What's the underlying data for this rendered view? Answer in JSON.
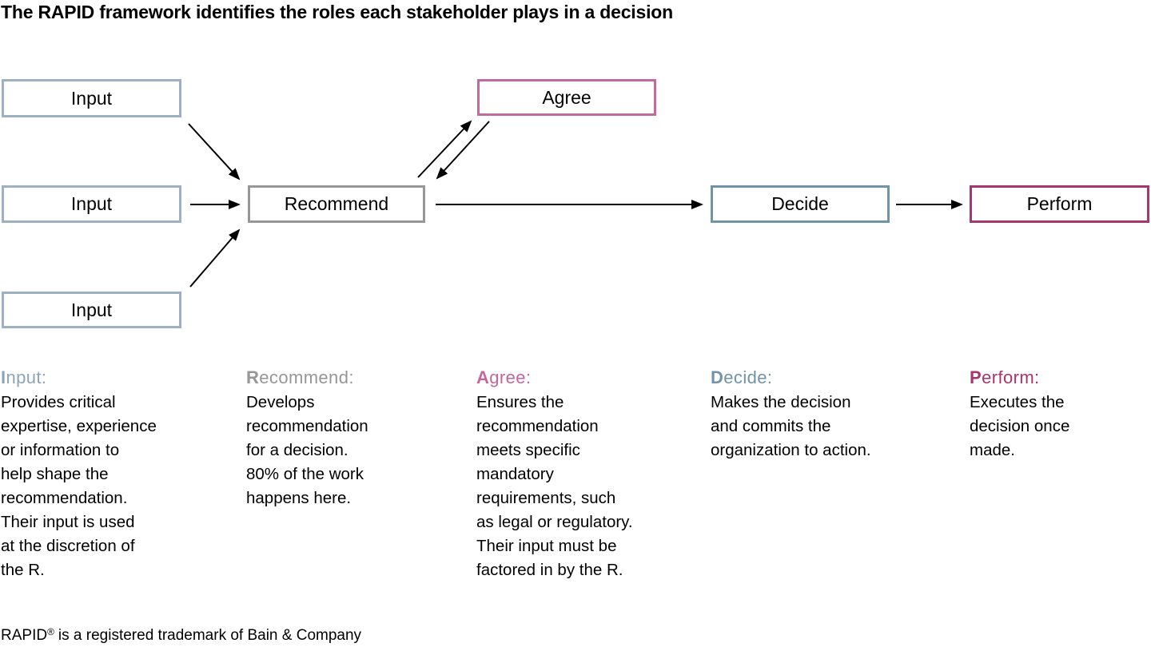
{
  "title": "The RAPID framework identifies the roles each stakeholder plays in a decision",
  "colors": {
    "input_border": "#9DB1C2",
    "recommend_border": "#979797",
    "agree_border": "#C4699F",
    "decide_border": "#7193A6",
    "perform_border": "#A73570",
    "input_label": "#8CA5B8",
    "recommend_label": "#969696",
    "agree_label": "#C4679C",
    "decide_label": "#7193A6",
    "perform_label": "#A73570",
    "arrow": "#000000",
    "text": "#000000",
    "background": "#FFFFFF"
  },
  "boxes": {
    "input1": {
      "label": "Input"
    },
    "input2": {
      "label": "Input"
    },
    "input3": {
      "label": "Input"
    },
    "recommend": {
      "label": "Recommend"
    },
    "agree": {
      "label": "Agree"
    },
    "decide": {
      "label": "Decide"
    },
    "perform": {
      "label": "Perform"
    }
  },
  "columns": [
    {
      "heading": {
        "initial": "I",
        "rest": "nput:"
      },
      "body": "Provides critical\nexpertise, experience\nor information to\nhelp shape the\nrecommendation.\nTheir input is used\nat the discretion of\nthe R."
    },
    {
      "heading": {
        "initial": "R",
        "rest": "ecommend:"
      },
      "body": "Develops\nrecommendation\nfor a decision.\n80% of the work\nhappens here."
    },
    {
      "heading": {
        "initial": "A",
        "rest": "gree:"
      },
      "body": "Ensures the\nrecommendation\nmeets specific\nmandatory\nrequirements, such\nas legal or regulatory.\nTheir input must be\nfactored in by the R."
    },
    {
      "heading": {
        "initial": "D",
        "rest": "ecide:"
      },
      "body": "Makes the decision\nand commits the\norganization to action."
    },
    {
      "heading": {
        "initial": "P",
        "rest": "erform:"
      },
      "body": "Executes the\ndecision once\nmade."
    }
  ],
  "footer": {
    "prefix": "RAPID",
    "symbol": "®",
    "rest": "is a registered trademark of Bain & Company"
  }
}
